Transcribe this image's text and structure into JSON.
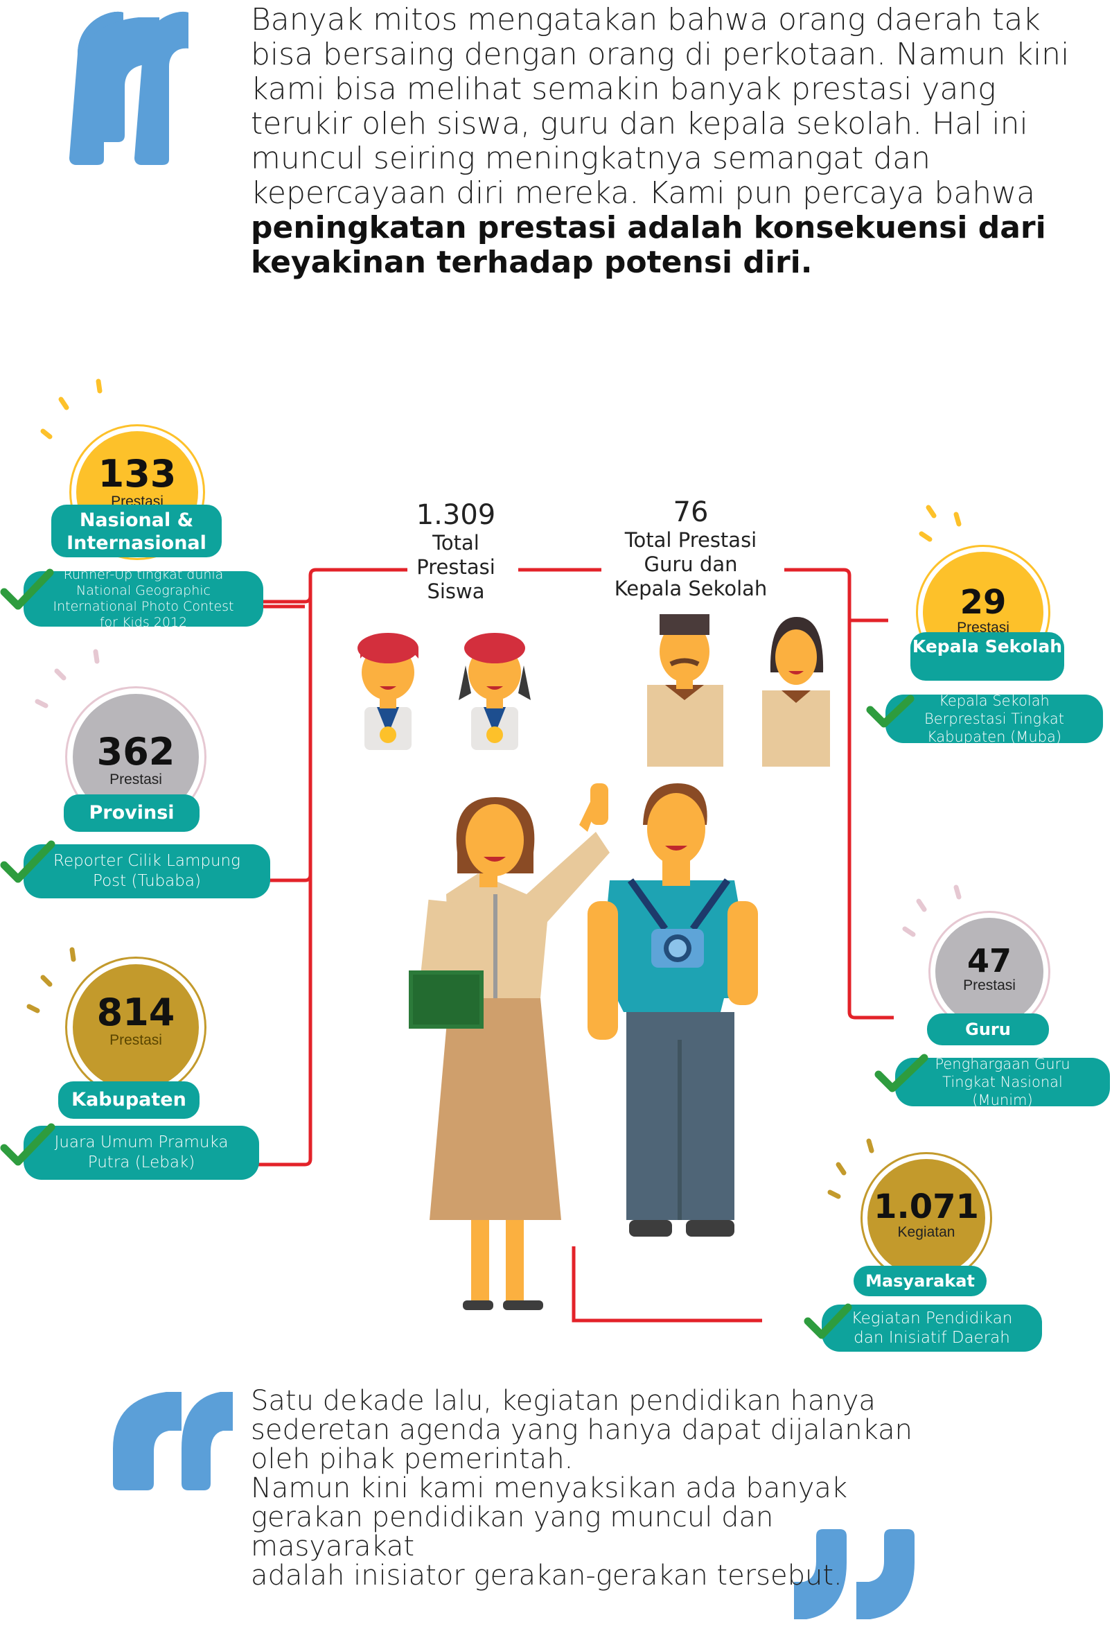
{
  "intro": {
    "plain": "Banyak mitos mengatakan bahwa orang daerah tak bisa bersaing dengan orang di perkotaan. Namun kini kami bisa melihat semakin banyak prestasi yang terukir oleh siswa, guru dan kepala sekolah. Hal ini muncul seiring meningkatnya semangat dan kepercayaan diri mereka. Kami pun percaya bahwa",
    "bold": "peningkatan prestasi adalah konsekuensi dari keyakinan terhadap potensi diri."
  },
  "students": {
    "total_value": "1.309",
    "total_label": "Total Prestasi Siswa",
    "levels": [
      {
        "value": "133",
        "unit": "Prestasi",
        "level": "Nasional & Internasional",
        "example": "Runner-Up tingkat dunia National Geographic International Photo Contest for Kids 2012",
        "color": "#fdc12a"
      },
      {
        "value": "362",
        "unit": "Prestasi",
        "level": "Provinsi",
        "example": "Reporter Cilik Lampung Post (Tubaba)",
        "color": "#b8b6ba"
      },
      {
        "value": "814",
        "unit": "Prestasi",
        "level": "Kabupaten",
        "example": "Juara Umum Pramuka Putra (Lebak)",
        "color": "#c39a2c"
      }
    ]
  },
  "teachers": {
    "total_value": "76",
    "total_label": "Total Prestasi Guru dan Kepala Sekolah",
    "levels": [
      {
        "value": "29",
        "unit": "Prestasi",
        "level": "Kepala Sekolah",
        "example": "Kepala Sekolah Berprestasi Tingkat Kabupaten (Muba)",
        "color": "#fdc12a"
      },
      {
        "value": "47",
        "unit": "Prestasi",
        "level": "Guru",
        "example": "Penghargaan Guru Tingkat Nasional (Munim)",
        "color": "#b8b6ba"
      }
    ]
  },
  "community": {
    "value": "1.071",
    "unit": "Kegiatan",
    "level": "Masyarakat",
    "example": "Kegiatan Pendidikan dan Inisiatif Daerah",
    "color": "#c39a2c"
  },
  "outro": {
    "lines": [
      "Satu dekade lalu, kegiatan pendidikan hanya",
      "sederetan agenda yang hanya dapat dijalankan",
      "oleh pihak pemerintah.",
      "Namun kini kami menyaksikan ada banyak",
      "gerakan pendidikan yang muncul dan masyarakat",
      "adalah inisiator gerakan-gerakan tersebut."
    ]
  },
  "colors": {
    "quote": "#5b9fd8",
    "teal": "#0ea39c",
    "check": "#2e9c3e",
    "line": "#e32229"
  },
  "icons": [
    "open-quote-icon",
    "close-quote-icon",
    "check-icon",
    "sparkle-icon"
  ]
}
